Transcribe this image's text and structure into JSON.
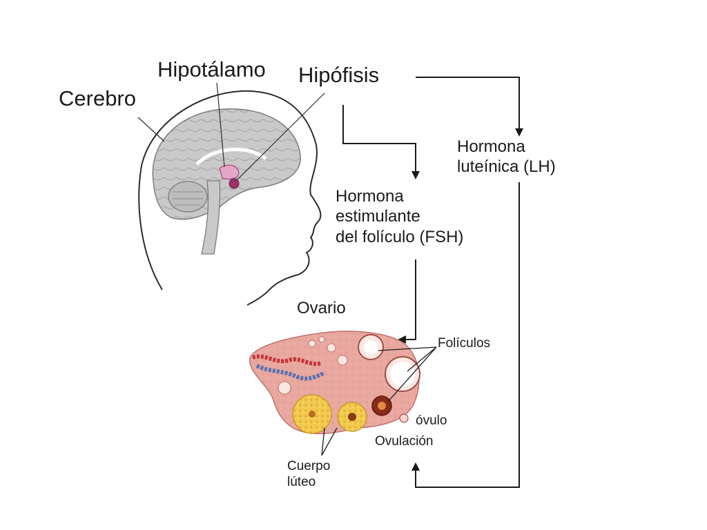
{
  "labels": {
    "cerebro": "Cerebro",
    "hipotalamo": "Hipotálamo",
    "hipofisis": "Hipófisis",
    "lh": [
      "Hormona",
      "luteínica (LH)"
    ],
    "fsh": [
      "Hormona",
      "estimulante",
      "del folículo (FSH)"
    ],
    "ovario": "Ovario",
    "foliculos": "Folículos",
    "ovulo": "óvulo",
    "ovulacion": "Ovulación",
    "cuerpo_luteo": [
      "Cuerpo",
      "lúteo"
    ]
  },
  "colors": {
    "brain": "#c9c9c9",
    "hypothalamus": "#e3a6c7",
    "pituitary": "#a0306a",
    "ovary": "#e8a8a0",
    "corpus_luteum": "#f2c94c",
    "vessel_red": "#c8323a",
    "vessel_blue": "#5a6fb0",
    "ink": "#1a1a1a"
  }
}
